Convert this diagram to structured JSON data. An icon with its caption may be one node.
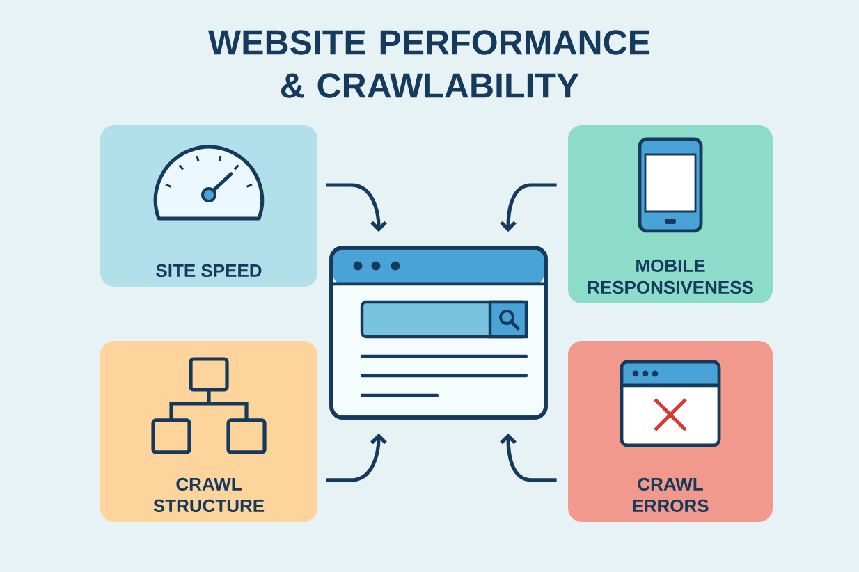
{
  "diagram": {
    "title": "WEBSITE PERFORMANCE & CRAWLABILITY",
    "nodes": [
      {
        "text": [
          "SITE SPEED"
        ]
      },
      {
        "text": [
          "MOBILE RESPONSIVENESS"
        ]
      },
      {
        "text": [],
        "shape": "picture"
      },
      {
        "text": [
          "CRAWL STRUCTURE"
        ]
      },
      {
        "text": [
          "CRAWL ERRORS"
        ]
      }
    ],
    "edges": [
      {
        "from": 0,
        "to": 2,
        "arrow": "to"
      },
      {
        "from": 1,
        "to": 2,
        "arrow": "to"
      },
      {
        "from": 3,
        "to": 2,
        "arrow": "to"
      },
      {
        "from": 4,
        "to": 2,
        "arrow": "to"
      }
    ]
  }
}
